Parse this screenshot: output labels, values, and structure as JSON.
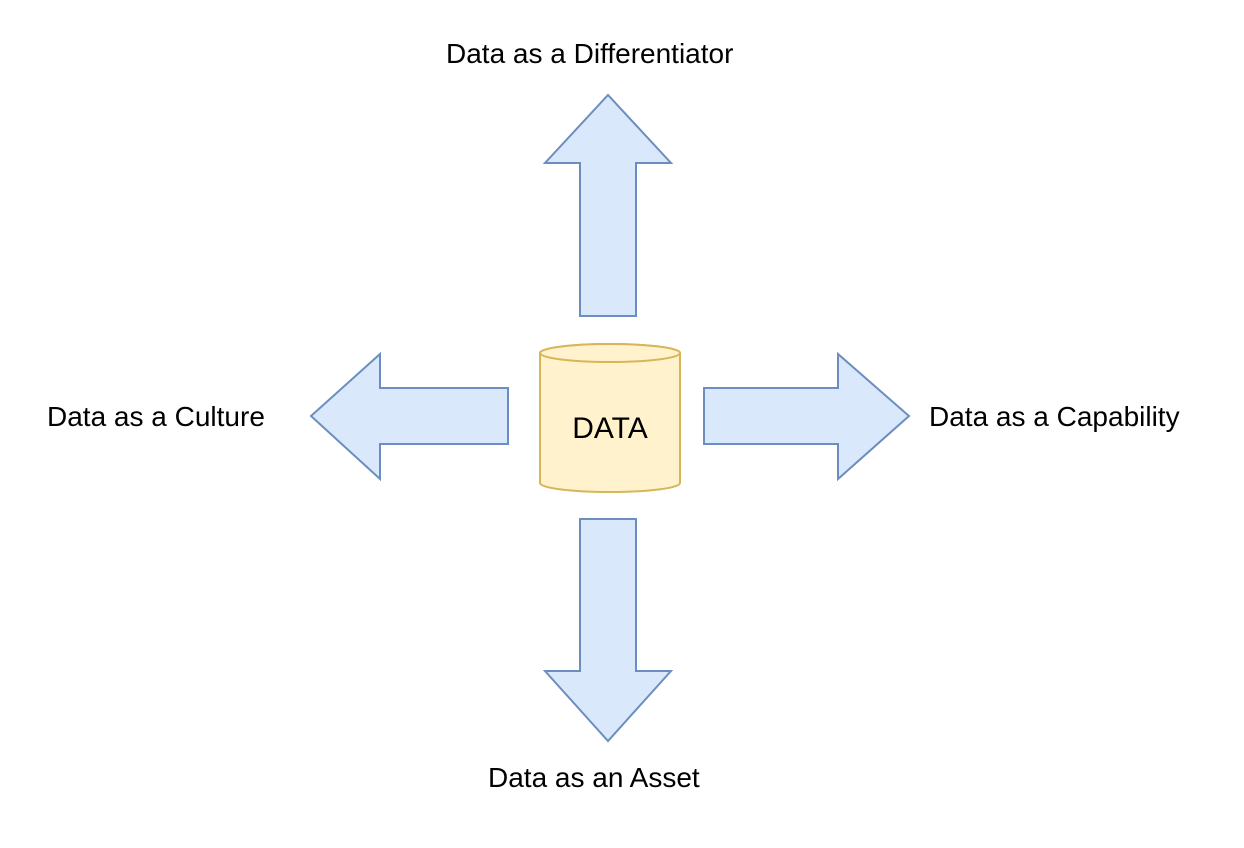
{
  "diagram": {
    "center": {
      "label": "DATA",
      "fill": "#fff2cc",
      "stroke": "#d6b656"
    },
    "arrow_style": {
      "fill": "#dae8fc",
      "stroke": "#6c8ebf"
    },
    "branches": {
      "top": {
        "label": "Data as a Differentiator"
      },
      "left": {
        "label": "Data as a Culture"
      },
      "right": {
        "label": "Data as a Capability"
      },
      "bottom": {
        "label": "Data as an Asset"
      }
    }
  }
}
